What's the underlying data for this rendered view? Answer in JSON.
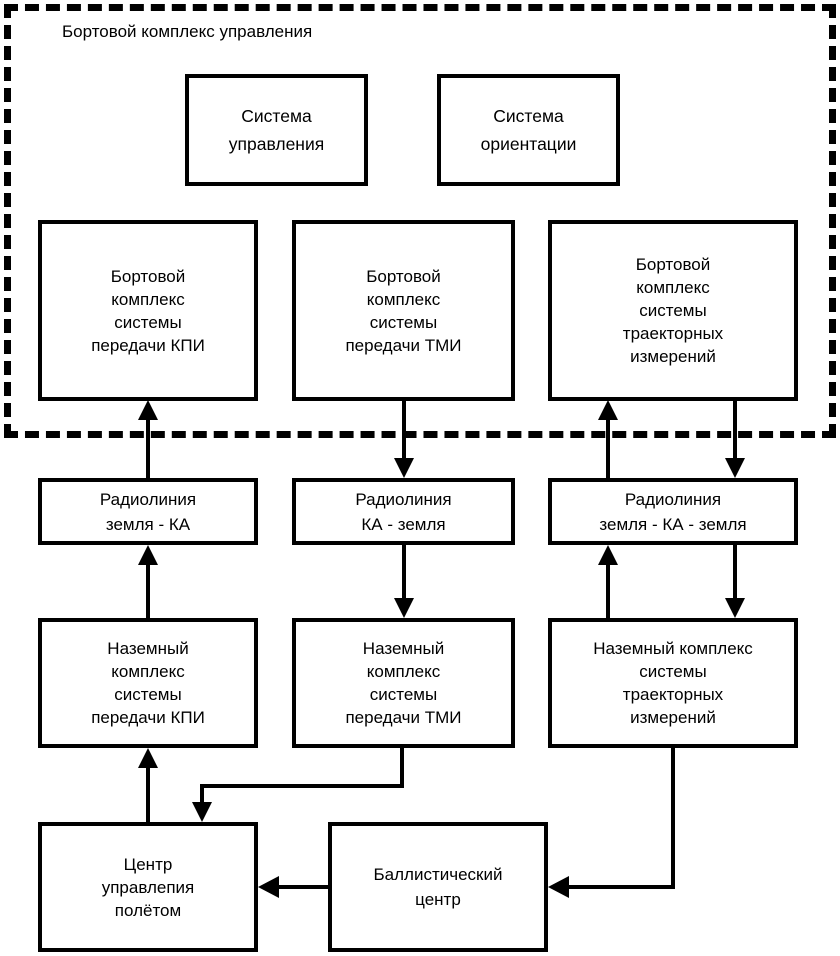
{
  "diagram": {
    "title": "Бортовой комплекс управления",
    "type": "block-diagram",
    "language": "ru",
    "colors": {
      "stroke": "#000000",
      "fill": "#ffffff",
      "text": "#000000"
    },
    "regions": [
      {
        "id": "onboard-control-complex",
        "label": "Бортовой комплекс управления",
        "border_style": "dashed"
      }
    ],
    "nodes": [
      {
        "id": "sys-upravleniya",
        "label": "Система\nуправления"
      },
      {
        "id": "sys-orientacii",
        "label": "Система\nориентации"
      },
      {
        "id": "board-kpi",
        "label": "Бортовой\nкомплекс\nсистемы\nпередачи КПИ"
      },
      {
        "id": "board-tmi",
        "label": "Бортовой\nкомплекс\nсистемы\nпередачи ТМИ"
      },
      {
        "id": "board-traj",
        "label": "Бортовой\nкомплекс\nсистемы\nтраекторных\nизмерений"
      },
      {
        "id": "radioline-earth-ka",
        "label": "Радиолиния\nземля - КА"
      },
      {
        "id": "radioline-ka-earth",
        "label": "Радиолиния\nКА - земля"
      },
      {
        "id": "radioline-earth-ka-earth",
        "label": "Радиолиния\nземля - КА - земля"
      },
      {
        "id": "ground-kpi",
        "label": "Наземный\nкомплекс\nсистемы\nпередачи КПИ"
      },
      {
        "id": "ground-tmi",
        "label": "Наземный\nкомплекс\nсистемы\nпередачи ТМИ"
      },
      {
        "id": "ground-traj",
        "label": "Наземный комплекс\nсистемы\nтраекторных\nизмерений"
      },
      {
        "id": "flight-control-center",
        "label": "Центр\nуправлепия\nполётом"
      },
      {
        "id": "ballistic-center",
        "label": "Баллистический\nцентр"
      }
    ],
    "edges": [
      {
        "from": "radioline-earth-ka",
        "to": "board-kpi",
        "direction": "up"
      },
      {
        "from": "board-tmi",
        "to": "radioline-ka-earth",
        "direction": "down"
      },
      {
        "from": "radioline-earth-ka-earth",
        "to": "board-traj",
        "direction": "up"
      },
      {
        "from": "board-traj",
        "to": "radioline-earth-ka-earth",
        "direction": "down"
      },
      {
        "from": "ground-kpi",
        "to": "radioline-earth-ka",
        "direction": "up"
      },
      {
        "from": "radioline-ka-earth",
        "to": "ground-tmi",
        "direction": "down"
      },
      {
        "from": "ground-traj",
        "to": "radioline-earth-ka-earth",
        "direction": "up"
      },
      {
        "from": "radioline-earth-ka-earth",
        "to": "ground-traj",
        "direction": "down"
      },
      {
        "from": "flight-control-center",
        "to": "ground-kpi",
        "direction": "up"
      },
      {
        "from": "ground-tmi",
        "to": "flight-control-center",
        "direction": "elbow-down-left"
      },
      {
        "from": "ballistic-center",
        "to": "flight-control-center",
        "direction": "left"
      },
      {
        "from": "ground-traj",
        "to": "ballistic-center",
        "direction": "elbow-down-left"
      }
    ]
  }
}
